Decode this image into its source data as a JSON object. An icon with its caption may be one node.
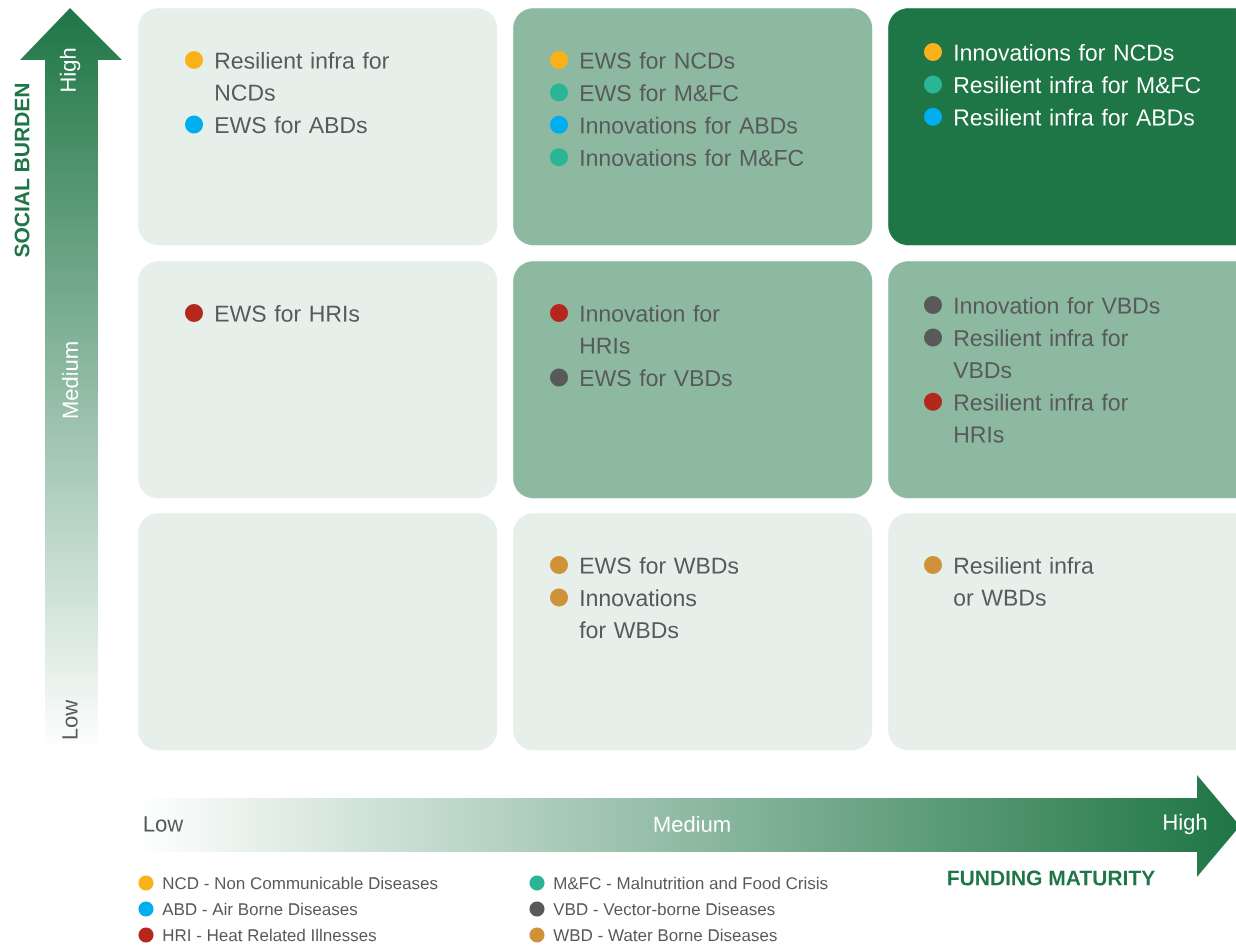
{
  "diagram": {
    "nodes": [
      {
        "text": [
          "Resilient infra for NCDs",
          "EWS for ABDs"
        ]
      },
      {
        "text": [
          "EWS for NCDs",
          "EWS for M&FC",
          "Innovations for ABDs",
          "Innovations for M&FC"
        ]
      },
      {
        "text": [
          "Innovations for NCDs",
          "Resilient infra for M&FC",
          "Resilient infra for ABDs"
        ]
      },
      {
        "text": [
          "EWS for HRIs"
        ]
      },
      {
        "text": [
          "Innovation for HRIs",
          "EWS for VBDs"
        ]
      },
      {
        "text": [
          "Innovation for VBDs",
          "Resilient infra for VBDs",
          "Resilient infra for HRIs"
        ]
      },
      {
        "text": [],
        "shape": "box"
      },
      {
        "text": [
          "EWS for WBDs",
          "Innovations for WBDs"
        ]
      },
      {
        "text": [
          "Resilient infra or WBDs"
        ]
      }
    ],
    "labels": [
      "SOCIAL BURDEN",
      "High",
      "Medium",
      "Low",
      "Low",
      "Medium",
      "High",
      "FUNDING MATURITY"
    ],
    "legend": [
      {
        "text": "NCD - Non Communicable Diseases",
        "color": "#fbb21a"
      },
      {
        "text": "M&FC - Malnutrition and Food Crisis",
        "color": "#2bb597"
      },
      {
        "text": "ABD - Air Borne Diseases",
        "color": "#00aeef"
      },
      {
        "text": "VBD - Vector-borne Diseases",
        "color": "#58595b"
      },
      {
        "text": "HRI - Heat Related Illnesses",
        "color": "#b5271d"
      },
      {
        "text": "WBD - Water Borne Diseases",
        "color": "#d09238"
      }
    ]
  }
}
